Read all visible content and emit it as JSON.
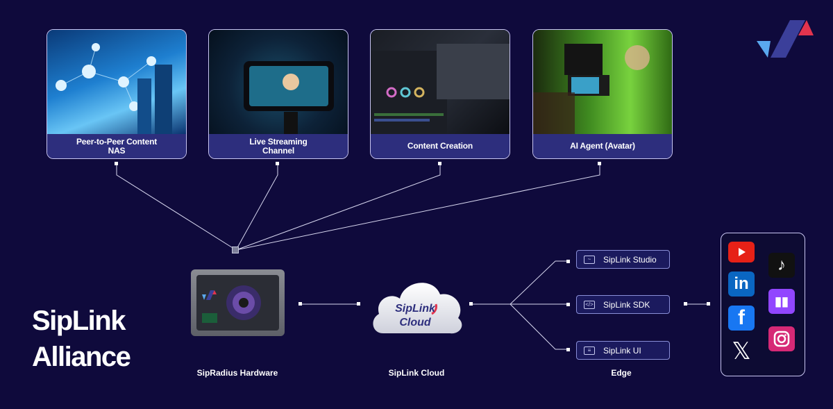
{
  "cards": [
    {
      "label": "Peer-to-Peer Content\nNAS"
    },
    {
      "label": "Live Streaming\nChannel"
    },
    {
      "label": "Content Creation"
    },
    {
      "label": "AI Agent (Avatar)"
    }
  ],
  "title": {
    "line1": "SipLink",
    "line2": "Alliance"
  },
  "hardware": {
    "caption": "SipRadius Hardware"
  },
  "cloud": {
    "text1": "SipLink",
    "text2": "Cloud",
    "caption": "SipLink Cloud"
  },
  "edge": {
    "caption": "Edge",
    "items": [
      {
        "label": "SipLink Studio",
        "icon": "monitor-icon"
      },
      {
        "label": "SipLink SDK",
        "icon": "code-icon"
      },
      {
        "label": "SipLink UI",
        "icon": "layout-icon"
      }
    ]
  },
  "social": [
    {
      "name": "youtube-icon",
      "color": "#e62117"
    },
    {
      "name": "tiktok-icon",
      "color": "#111111"
    },
    {
      "name": "linkedin-icon",
      "color": "#0a66c2"
    },
    {
      "name": "twitch-icon",
      "color": "#9146ff"
    },
    {
      "name": "facebook-icon",
      "color": "#1877f2"
    },
    {
      "name": "instagram-icon",
      "color": "#d62976"
    },
    {
      "name": "x-icon",
      "color": "#000000"
    }
  ],
  "colors": {
    "background": "#0f0a3c",
    "label_bg": "#2d2e7d",
    "logo_blue": "#5aa8ee",
    "logo_red": "#e2344e"
  }
}
